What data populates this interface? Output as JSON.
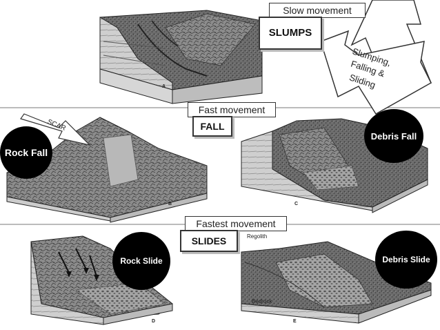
{
  "top": {
    "movement_label": "Slow movement",
    "category": "SLUMPS",
    "arrow_text": [
      "Slumping,",
      "Falling &",
      "Sliding"
    ],
    "figure_letter": "A"
  },
  "middle": {
    "movement_label": "Fast movement",
    "category": "FALL",
    "scar_label": "SCAR",
    "left_circle": "Rock Fall",
    "right_circle": "Debris Fall",
    "figure_left_letter": "B",
    "figure_right_letter": "C"
  },
  "bottom": {
    "movement_label": "Fastest movement",
    "category": "SLIDES",
    "left_circle": "Rock Slide",
    "right_circle": "Debris Slide",
    "regolith_label": "Regolith",
    "bedrock_label": "Bedrock",
    "figure_left_letter": "D",
    "figure_right_letter": "E"
  }
}
